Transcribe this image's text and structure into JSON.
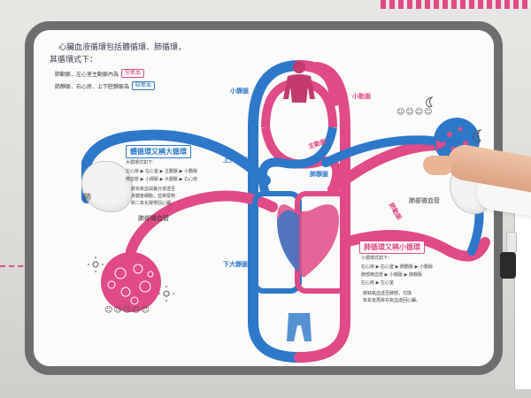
{
  "poster": {
    "title_line1": "心臟血液循環包括體循環、肺循環，",
    "title_line2": "其循環式下：",
    "legend": [
      {
        "text": "肺動脈．左心室主動脈內為",
        "badge": "充氧血",
        "color": "#e04a86"
      },
      {
        "text": "肺靜脈．右心房．上下腔靜脈為",
        "badge": "缺氧血",
        "color": "#2d78c8"
      }
    ],
    "labels": {
      "small_vein": "小靜脈",
      "small_artery": "小動脈",
      "aorta": "主動脈",
      "superior_vena_cava": "上大靜脈",
      "pulmonary_vein": "肺靜脈",
      "pulmonary_artery": "肺動脈",
      "inferior_vena_cava": "下大靜脈",
      "lung": "肺",
      "lung_capillary_left": "肺部微血管",
      "lung_capillary_right": "肺部微血管"
    },
    "systemic_banner": "體循環又稱大循環",
    "systemic_intro": "大循環式如下：",
    "systemic_steps": [
      "左心房 ▶ 左心室 ▶ 主動脈 ▶ 小動脈",
      "微血管 ▶ 小靜脈 ▶ 大靜脈 ▶ 右心房"
    ],
    "systemic_note": [
      "將充氧血與養分運送至",
      "身體各細胞，並將廢物",
      "和二氧化碳帶回心臟。"
    ],
    "pulmonary_banner": "肺循環又稱小循環",
    "pulmonary_intro": "小循環式如下：",
    "pulmonary_steps": [
      "右心房 ▶ 右心室 ▶ 肺動脈 ▶ 小動脈",
      "肺部微血管 ▶ 小靜脈 ▶ 肺靜脈",
      "左心房 ▶ 左心室"
    ],
    "pulmonary_note": [
      "將缺氧血送至肺部，交換",
      "氧氣後再將充氧血送回心臟。"
    ]
  },
  "colors": {
    "artery": "#e04a86",
    "vein": "#2d78c8",
    "board_frame": "#6e6e70"
  }
}
